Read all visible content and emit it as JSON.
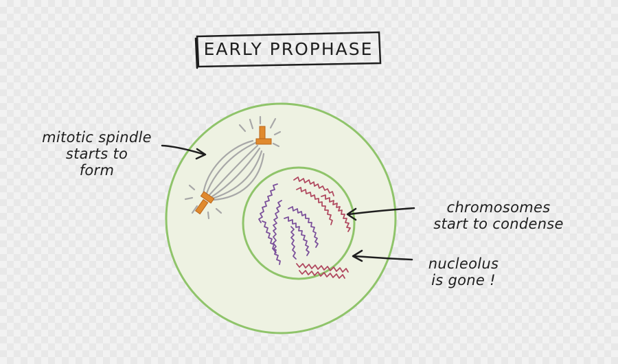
{
  "title": "EARLY PROPHASE",
  "labels": {
    "spindle": [
      "mitotic spindle",
      "starts to",
      "form"
    ],
    "chromosomes": [
      "chromosomes",
      "start to condense"
    ],
    "nucleolus": [
      "nucleolus",
      "is gone !"
    ]
  },
  "colors": {
    "cell_fill": "#eef2e2",
    "cell_outline": "#8fc46a",
    "spindle_fibers": "#a6a6a6",
    "centrosome": "#e08a2e",
    "chromosome_purple": "#7a4f9a",
    "chromosome_red": "#b0485f",
    "ink": "#1e1e1e"
  }
}
